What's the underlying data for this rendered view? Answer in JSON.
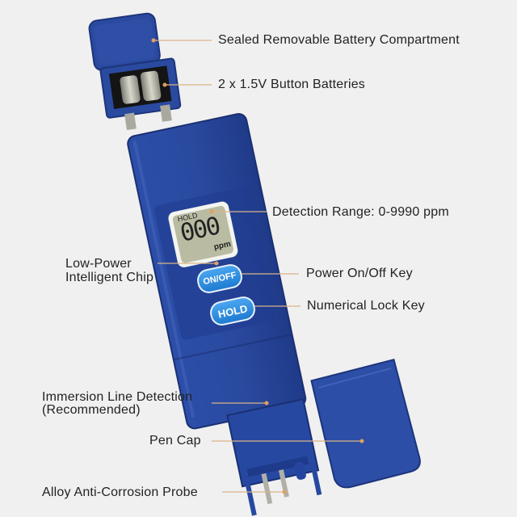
{
  "diagram": {
    "subject": "TDS water quality tester pen",
    "colors": {
      "background": "#f0f0f0",
      "body_blue": "#2a4aa0",
      "body_dark": "#1e3680",
      "button_blue": "#2f8fe0",
      "lcd": "#b9bca2",
      "leader_line": "#d9b48a",
      "text": "#222222"
    },
    "lcd": {
      "hold_indicator": "HOLD",
      "digits": "000",
      "unit": "ppm"
    },
    "buttons": {
      "power": "ON/OFF",
      "hold": "HOLD"
    },
    "callouts": [
      {
        "id": "battery-compartment",
        "text": "Sealed Removable Battery Compartment"
      },
      {
        "id": "batteries",
        "text": "2 x 1.5V Button Batteries"
      },
      {
        "id": "detection-range",
        "text": "Detection Range: 0-9990 ppm"
      },
      {
        "id": "chip",
        "line1": "Low-Power",
        "line2": "Intelligent Chip"
      },
      {
        "id": "power-key",
        "text": "Power On/Off Key"
      },
      {
        "id": "lock-key",
        "text": "Numerical Lock Key"
      },
      {
        "id": "immersion-line",
        "line1": "Immersion Line Detection",
        "line2": "(Recommended)"
      },
      {
        "id": "pen-cap",
        "text": "Pen Cap"
      },
      {
        "id": "probe",
        "text": "Alloy Anti-Corrosion Probe"
      }
    ]
  }
}
